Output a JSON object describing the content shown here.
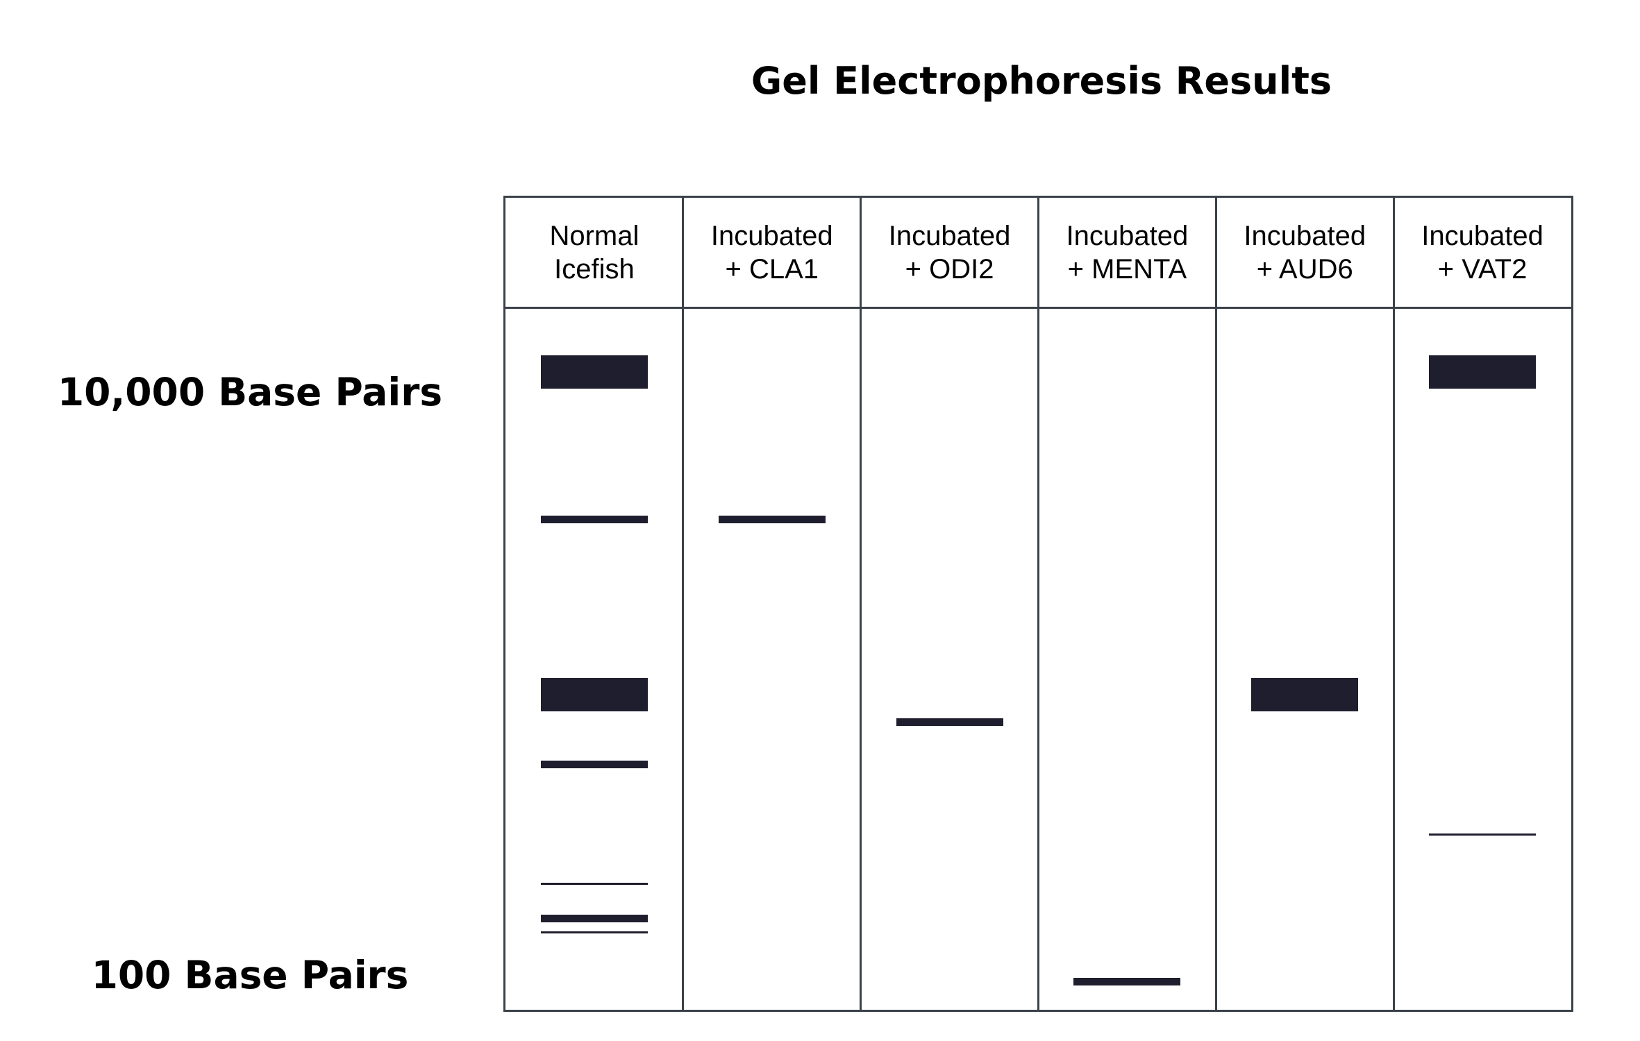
{
  "title": "Gel Electrophoresis Results",
  "axis": {
    "top_label": "10,000 Base Pairs",
    "bottom_label": "100 Base Pairs"
  },
  "colors": {
    "band": "#1f1e2e",
    "grid": "#3a4149",
    "background": "#ffffff"
  },
  "lanes": [
    {
      "line1": "Normal",
      "line2": "Icefish",
      "bands": [
        {
          "position": 0.09,
          "weight": "thick"
        },
        {
          "position": 0.3,
          "weight": "medium"
        },
        {
          "position": 0.55,
          "weight": "thick"
        },
        {
          "position": 0.65,
          "weight": "medium"
        },
        {
          "position": 0.82,
          "weight": "thin"
        },
        {
          "position": 0.87,
          "weight": "medium"
        },
        {
          "position": 0.89,
          "weight": "thin"
        }
      ]
    },
    {
      "line1": "Incubated",
      "line2": "+ CLA1",
      "bands": [
        {
          "position": 0.3,
          "weight": "medium"
        }
      ]
    },
    {
      "line1": "Incubated",
      "line2": "+ ODI2",
      "bands": [
        {
          "position": 0.59,
          "weight": "medium"
        }
      ]
    },
    {
      "line1": "Incubated",
      "line2": "+ MENTA",
      "bands": [
        {
          "position": 0.96,
          "weight": "medium"
        }
      ]
    },
    {
      "line1": "Incubated",
      "line2": "+ AUD6",
      "bands": [
        {
          "position": 0.55,
          "weight": "thick"
        }
      ]
    },
    {
      "line1": "Incubated",
      "line2": "+ VAT2",
      "bands": [
        {
          "position": 0.09,
          "weight": "thick"
        },
        {
          "position": 0.75,
          "weight": "thin"
        }
      ]
    }
  ]
}
